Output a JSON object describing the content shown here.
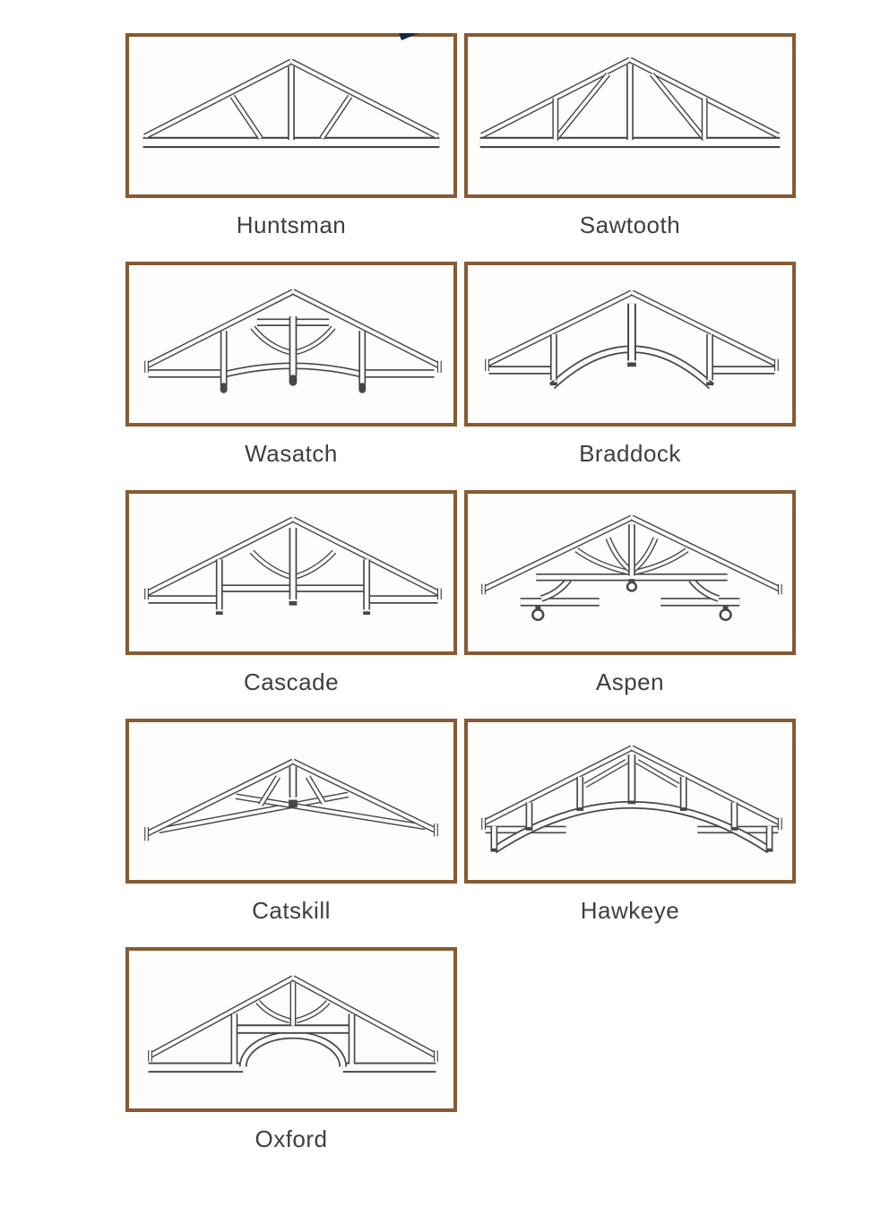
{
  "colors": {
    "page_background": "#ffffff",
    "card_border": "#875a33",
    "card_background": "#fdfdfc",
    "line_art": "#474747",
    "label_text": "#3b3f44",
    "logo_fragment": "#14293e"
  },
  "decor": {
    "logo_fragment_icon": "navy-swoosh-fragment"
  },
  "trusses": [
    {
      "id": "huntsman",
      "label": "Huntsman"
    },
    {
      "id": "sawtooth",
      "label": "Sawtooth"
    },
    {
      "id": "wasatch",
      "label": "Wasatch"
    },
    {
      "id": "braddock",
      "label": "Braddock"
    },
    {
      "id": "cascade",
      "label": "Cascade"
    },
    {
      "id": "aspen",
      "label": "Aspen"
    },
    {
      "id": "catskill",
      "label": "Catskill"
    },
    {
      "id": "hawkeye",
      "label": "Hawkeye"
    },
    {
      "id": "oxford",
      "label": "Oxford"
    }
  ]
}
